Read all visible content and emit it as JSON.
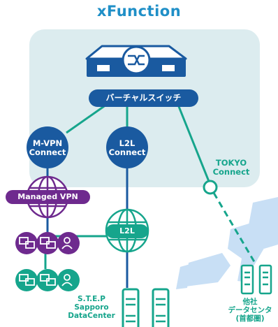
{
  "title": "xFunction",
  "switch_label": "バーチャルスイッチ",
  "mvpn_connect": [
    "M-VPN",
    "Connect"
  ],
  "l2l_connect": [
    "L2L",
    "Connect"
  ],
  "tokyo_connect": [
    "TOKYO",
    "Connect"
  ],
  "managed_vpn": "Managed VPN",
  "l2l_globe": "L2L",
  "step_dc": [
    "S.T.E.P",
    "Sapporo",
    "DataCenter"
  ],
  "other_dc": [
    "他社",
    "データセンタ",
    "(首都圏)"
  ],
  "colors": {
    "title": "#1f8fc7",
    "navy": "#1a5aa0",
    "purple": "#6e2a8e",
    "teal": "#16a58c",
    "panel": "#dcecef",
    "japan_map": "#c8dff5"
  }
}
